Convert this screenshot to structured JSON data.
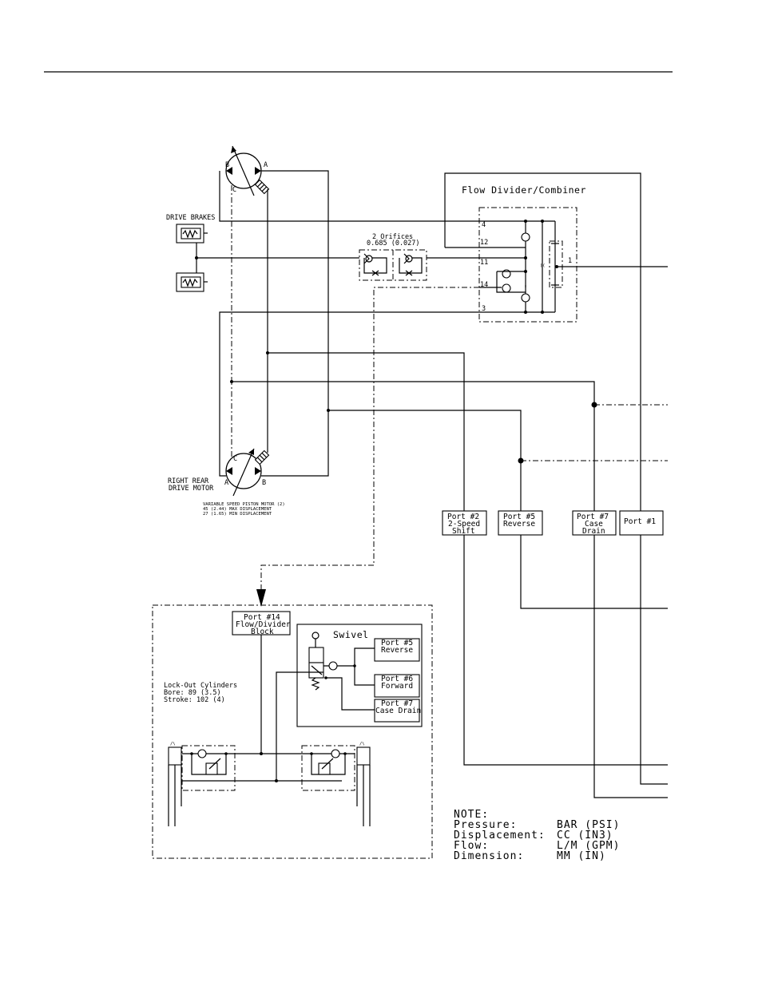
{
  "labels": {
    "flow_divider_title": "Flow Divider/Combiner",
    "orifices_line1": "2 Orifices",
    "orifices_line2": "0.685 (0.027)",
    "drive_brakes": "DRIVE BRAKES",
    "right_rear_line1": "RIGHT REAR",
    "right_rear_line2": "DRIVE MOTOR",
    "motor_spec_line1": "VARIABLE SPEED PISTON MOTOR (2)",
    "motor_spec_line2": "45 (2.44) MAX DISPLACEMENT",
    "motor_spec_line3": "27 (1.65) MIN DISPLACEMENT",
    "swivel": "Swivel",
    "lockout_line1": "Lock-Out Cylinders",
    "lockout_line2": "Bore: 89 (3.5)",
    "lockout_line3": "Stroke: 102 (4)"
  },
  "motor_top_ports": {
    "a": "A",
    "b": "B",
    "c": "C"
  },
  "motor_bottom_ports": {
    "a": "A",
    "b": "B",
    "c": "C"
  },
  "divider_ports": {
    "p4": "4",
    "p12": "12",
    "p11": "11",
    "p14": "14",
    "p3": "3",
    "p1": "1"
  },
  "port_boxes": {
    "port2": {
      "line1": "Port #2",
      "line2": "2-Speed",
      "line3": "Shift"
    },
    "port5": {
      "line1": "Port #5",
      "line2": "Reverse"
    },
    "port7": {
      "line1": "Port #7",
      "line2": "Case",
      "line3": "Drain"
    },
    "port1": {
      "line1": "Port #1"
    },
    "port14": {
      "line1": "Port #14",
      "line2": "Flow/Divider",
      "line3": "Block"
    }
  },
  "swivel_ports": {
    "reverse": {
      "line1": "Port #5",
      "line2": "Reverse"
    },
    "forward": {
      "line1": "Port #6",
      "line2": "Forward"
    },
    "case_drain": {
      "line1": "Port #7",
      "line2": "Case Drain"
    }
  },
  "note": {
    "heading": "NOTE:",
    "rows": [
      {
        "name": "Pressure:",
        "unit": "BAR (PSI)"
      },
      {
        "name": "Displacement:",
        "unit": "CC  (IN3)"
      },
      {
        "name": "Flow:",
        "unit": "L/M (GPM)"
      },
      {
        "name": "Dimension:",
        "unit": "MM  (IN)"
      }
    ]
  }
}
